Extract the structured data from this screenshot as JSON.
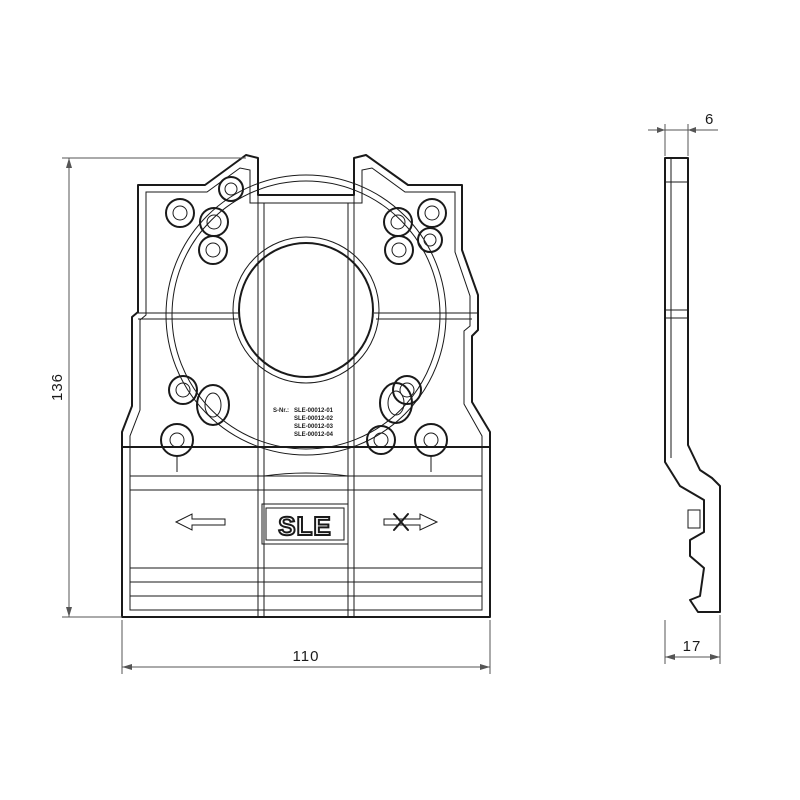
{
  "dimensions": {
    "height": "136",
    "width": "110",
    "thickness": "6",
    "depth": "17"
  },
  "part_label": {
    "prefix": "S-Nr.:",
    "serials": [
      "SLE-00012-01",
      "SLE-00012-02",
      "SLE-00012-03",
      "SLE-00012-04"
    ]
  },
  "logo": "SLE",
  "icons": {
    "left": "arrow-left-icon",
    "right": "arrow-right-crossed-icon"
  }
}
